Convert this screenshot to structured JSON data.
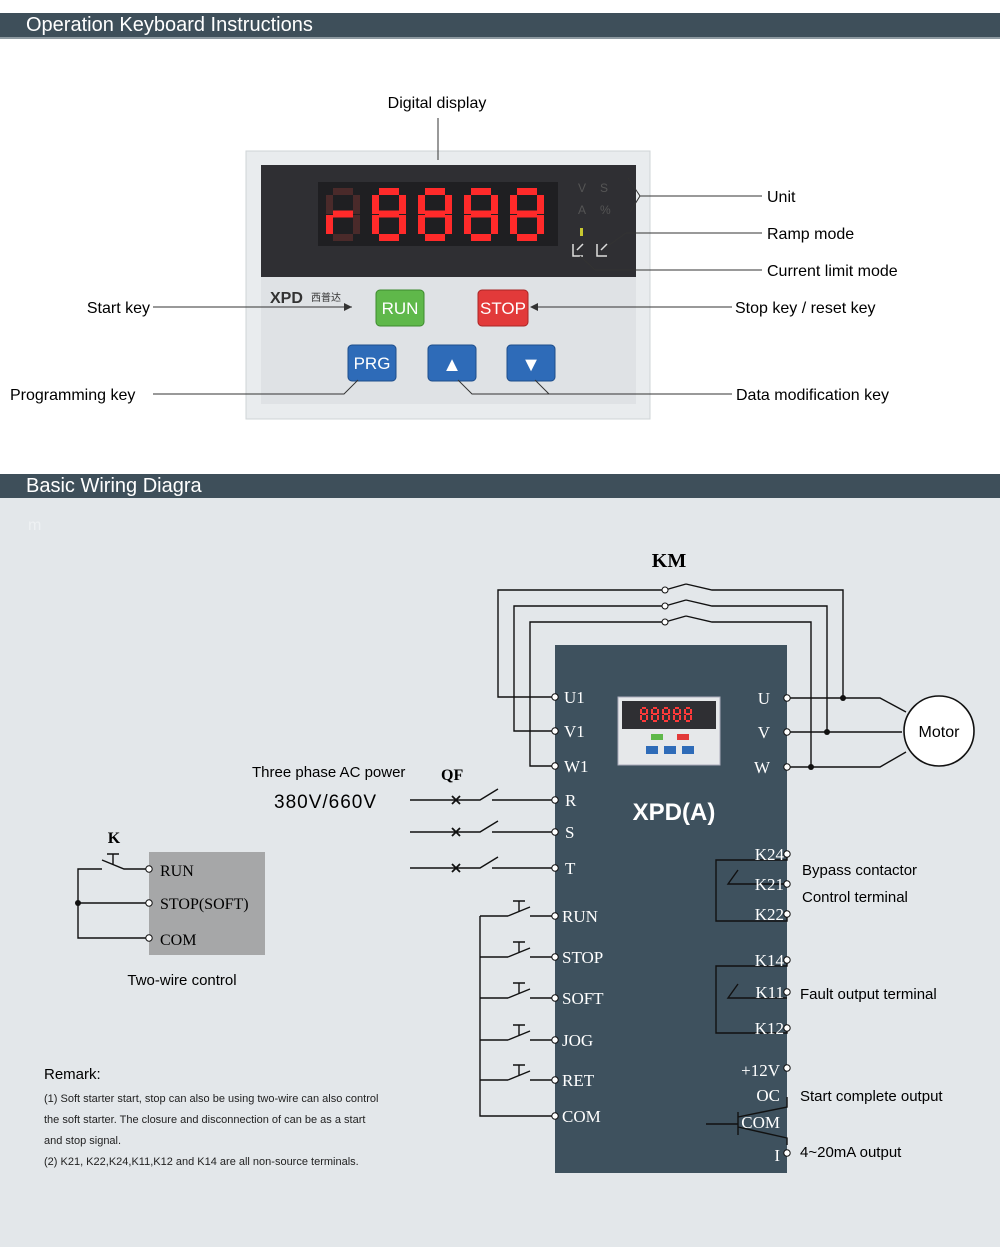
{
  "section1": {
    "title": "Operation Keyboard Instructions",
    "callouts": {
      "digital_display": "Digital display",
      "unit": "Unit",
      "ramp_mode": "Ramp mode",
      "current_limit_mode": "Current limit mode",
      "start_key": "Start key",
      "stop_key": "Stop key / reset key",
      "programming_key": "Programming key",
      "data_modification_key": "Data modification key"
    },
    "panel": {
      "brand": "XPD",
      "brand_chinese": "西普达",
      "display_digits": [
        "r",
        "8",
        "8",
        "8",
        "8"
      ],
      "indicators": [
        "V",
        "S",
        "A",
        "%"
      ],
      "keys": {
        "run": "RUN",
        "stop": "STOP",
        "prg": "PRG",
        "up": "▲",
        "down": "▼"
      }
    }
  },
  "section2": {
    "title": "Basic Wiring Diagra",
    "stray": "m",
    "km": "KM",
    "qf": "QF",
    "k": "K",
    "motor": "Motor",
    "power_label": "Three phase AC power",
    "voltage": "380V/660V",
    "device_name": "XPD(A)",
    "left_terminals": [
      "U1",
      "V1",
      "W1"
    ],
    "power_terminals": [
      "R",
      "S",
      "T"
    ],
    "output_terminals": [
      "U",
      "V",
      "W"
    ],
    "control_terminals": [
      "RUN",
      "STOP",
      "SOFT",
      "JOG",
      "RET",
      "COM"
    ],
    "bypass_terminals": [
      "K24",
      "K21",
      "K22"
    ],
    "fault_terminals": [
      "K14",
      "K11",
      "K12"
    ],
    "analog_terminals": [
      "+12V",
      "OC",
      "COM",
      "I"
    ],
    "bypass_label_1": "Bypass contactor",
    "bypass_label_2": "Control terminal",
    "fault_label": "Fault output terminal",
    "start_complete_label": "Start complete output",
    "analog_label": "4~20mA output",
    "two_wire": {
      "terminals": [
        "RUN",
        "STOP(SOFT)",
        "COM"
      ],
      "caption": "Two-wire control"
    },
    "remark": {
      "title": "Remark:",
      "lines": [
        "(1) Soft starter start, stop can also be using two-wire can also control",
        "the soft starter. The closure and disconnection of can be as a start",
        "and stop signal.",
        "(2) K21, K22,K24,K11,K12 and K14 are all non-source terminals."
      ]
    }
  }
}
